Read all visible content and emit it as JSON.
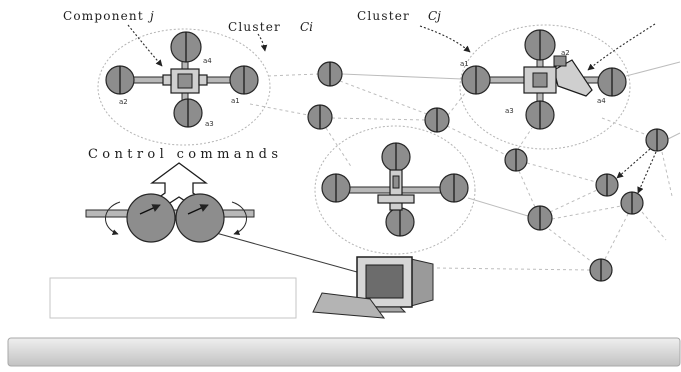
{
  "labels": {
    "component": {
      "word": "Component",
      "index": "j"
    },
    "cluster_ci": {
      "word": "Cluster",
      "index": "Ci",
      "nodes": [
        "a4",
        "a2",
        "a1",
        "a3"
      ]
    },
    "cluster_cj": {
      "word": "Cluster",
      "index": "Cj",
      "nodes": [
        "a1",
        "a2",
        "a4",
        "a3"
      ]
    },
    "control": "Control commands"
  },
  "colors": {
    "node_fill": "#8d8d8d",
    "stroke": "#262626",
    "link": "#bdbdbd",
    "cluster": "#b4b4b4",
    "arm": "#b8b8b8"
  }
}
